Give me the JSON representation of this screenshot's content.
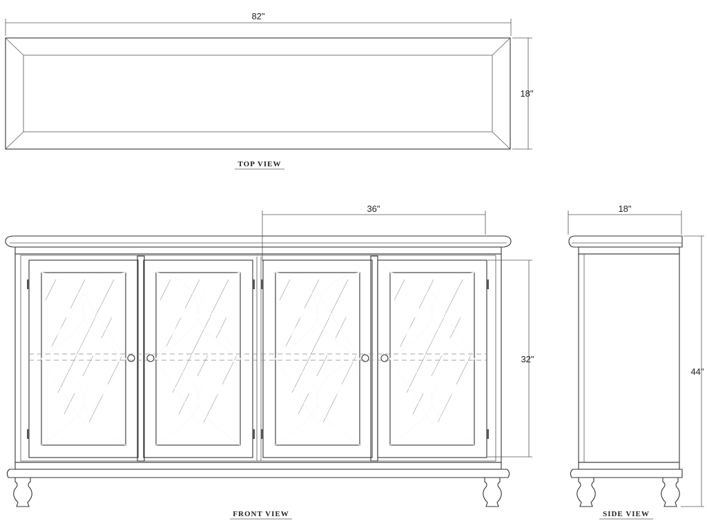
{
  "views": {
    "top": {
      "label": "TOP VIEW",
      "width_dim": "82\"",
      "depth_dim": "18\""
    },
    "front": {
      "label": "FRONT VIEW",
      "cabinet_width_dim": "36\"",
      "door_height_dim": "32\""
    },
    "side": {
      "label": "SIDE VIEW",
      "depth_dim": "18\"",
      "height_dim": "44\""
    }
  },
  "colors": {
    "line": "#333333",
    "background": "#ffffff"
  }
}
